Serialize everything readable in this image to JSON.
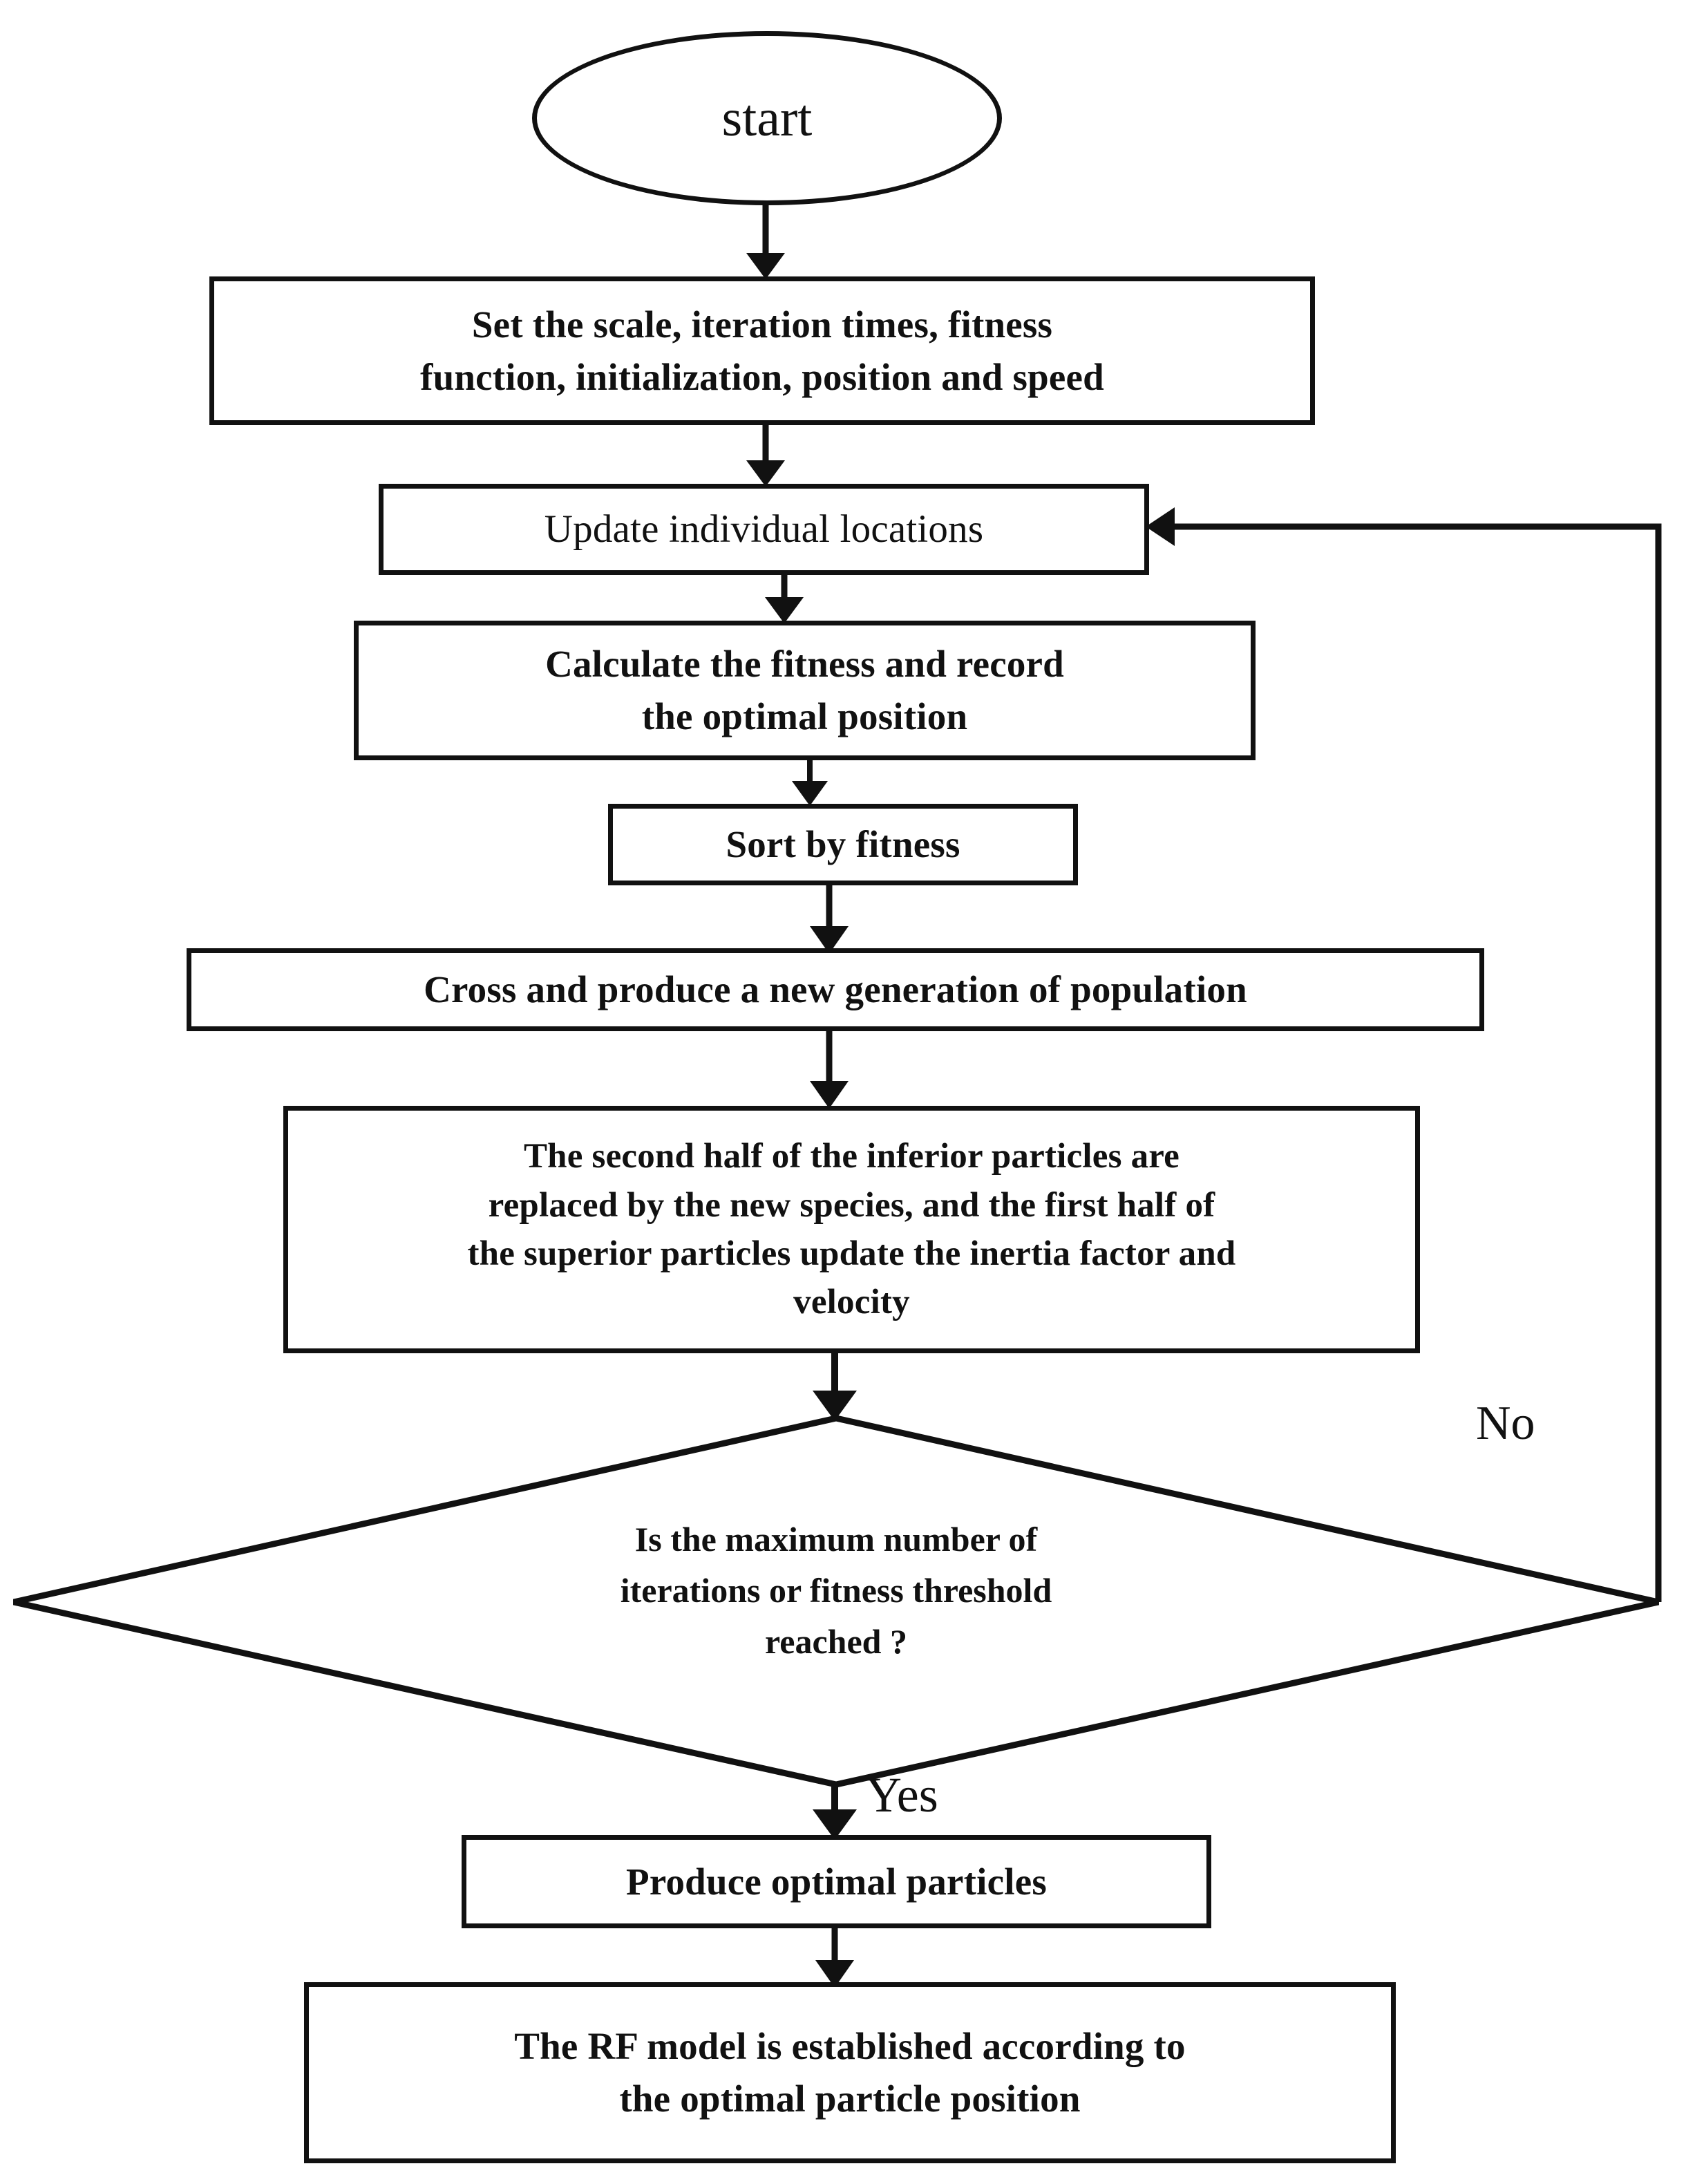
{
  "diagram": {
    "type": "flowchart",
    "title": "PSO-GA optimized Random Forest model flowchart",
    "orientation": "top-to-bottom",
    "background_color": "#ffffff",
    "line_color": "#111111",
    "text_color": "#111111",
    "nodes": {
      "start": {
        "shape": "ellipse",
        "label": "start"
      },
      "setup": {
        "shape": "process",
        "label": "Set the scale, iteration times, fitness\nfunction, initialization, position and speed"
      },
      "update_locations": {
        "shape": "process",
        "label": "Update individual locations"
      },
      "calculate_fitness": {
        "shape": "process",
        "label": "Calculate the fitness and record\nthe optimal position"
      },
      "sort_fitness": {
        "shape": "process",
        "label": "Sort by fitness"
      },
      "cross_produce": {
        "shape": "process",
        "label": "Cross and produce a new generation of population"
      },
      "replace_update": {
        "shape": "process",
        "label": "The second half of the inferior particles are\nreplaced by the new species, and the first half of\nthe superior particles update the inertia factor and\nvelocity"
      },
      "decision": {
        "shape": "diamond",
        "label": "Is the maximum number of\niterations or fitness threshold\nreached ?"
      },
      "produce_optimal": {
        "shape": "process",
        "label": "Produce optimal particles"
      },
      "rf_model": {
        "shape": "process",
        "label": "The RF model is established according to\nthe optimal particle position"
      }
    },
    "edge_labels": {
      "no": "No",
      "yes": "Yes"
    }
  }
}
